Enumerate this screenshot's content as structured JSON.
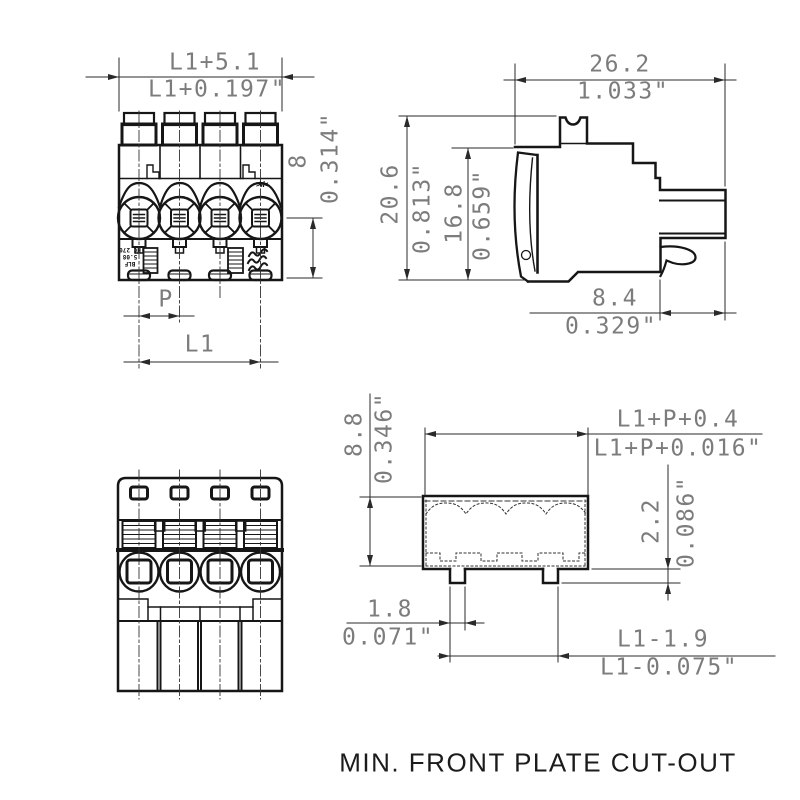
{
  "caption": "MIN. FRONT PLATE CUT-OUT",
  "front_view": {
    "label": "connector front view",
    "marking_line1": "BLF 5.08",
    "marking_line2": "HC 270",
    "wire_mark": ">W<",
    "dims": {
      "width": {
        "mm": "L1+5.1",
        "inch": "L1+0.197\""
      },
      "height": {
        "mm": "8",
        "inch": "0.314\""
      },
      "pitch": {
        "mm": "P"
      },
      "length": {
        "mm": "L1"
      }
    }
  },
  "side_view": {
    "label": "connector side view",
    "dims": {
      "width": {
        "mm": "26.2",
        "inch": "1.033\""
      },
      "height": {
        "mm": "20.6",
        "inch": "0.813\""
      },
      "inner_height": {
        "mm": "16.8",
        "inch": "0.659\""
      },
      "depth": {
        "mm": "8.4",
        "inch": "0.329\""
      }
    }
  },
  "plug_view": {
    "label": "connector plug face view"
  },
  "cutout_view": {
    "label": "front plate cut-out",
    "dims": {
      "height": {
        "mm": "8.8",
        "inch": "0.346\""
      },
      "width": {
        "mm": "L1+P+0.4",
        "inch": "L1+P+0.016\""
      },
      "slot_offset": {
        "mm": "2.2",
        "inch": "0.086\""
      },
      "slot_width": {
        "mm": "1.8",
        "inch": "0.071\""
      },
      "slot_spacing": {
        "mm": "L1-1.9",
        "inch": "L1-0.075\""
      }
    }
  },
  "colors": {
    "line": "#161616",
    "dim_text": "#7c7c7c",
    "caption_text": "#1b1b1b",
    "background": "#ffffff"
  }
}
